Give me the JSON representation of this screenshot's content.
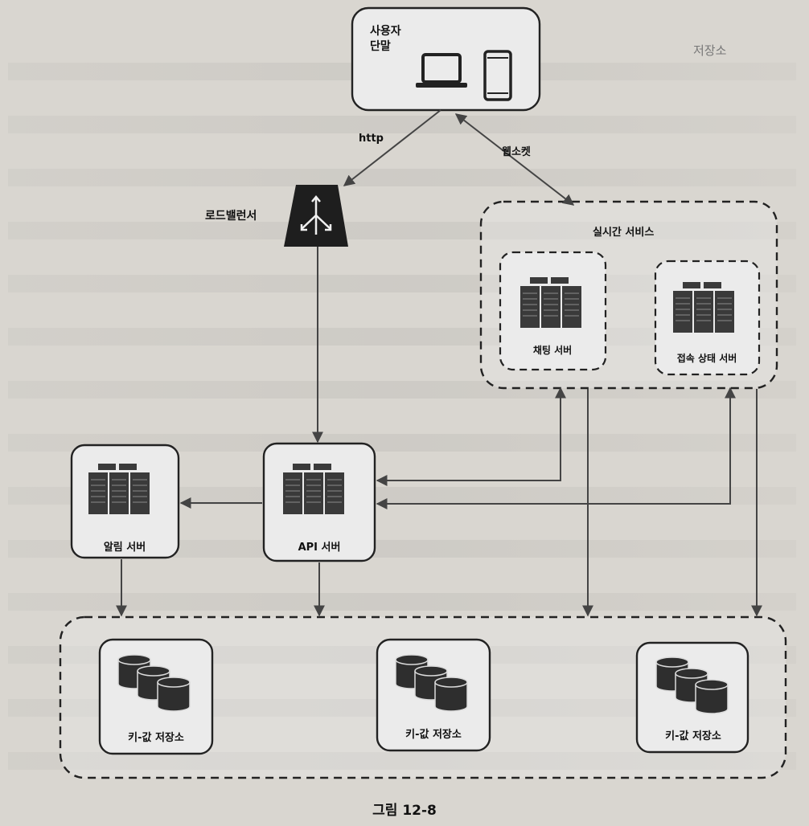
{
  "corner_label": "저장소",
  "nodes": {
    "client": "사용자\n단말",
    "load_balancer": "로드밸런서",
    "realtime_service": "실시간 서비스",
    "chat_server": "채팅 서버",
    "presence_server": "접속 상태 서버",
    "notification_server": "알림 서버",
    "api_server": "API 서버",
    "kv_store_1": "키-값 저장소",
    "kv_store_2": "키-값 저장소",
    "kv_store_3": "키-값 저장소"
  },
  "edges": {
    "http": "http",
    "websocket": "웹소켓"
  },
  "caption": "그림 12-8"
}
